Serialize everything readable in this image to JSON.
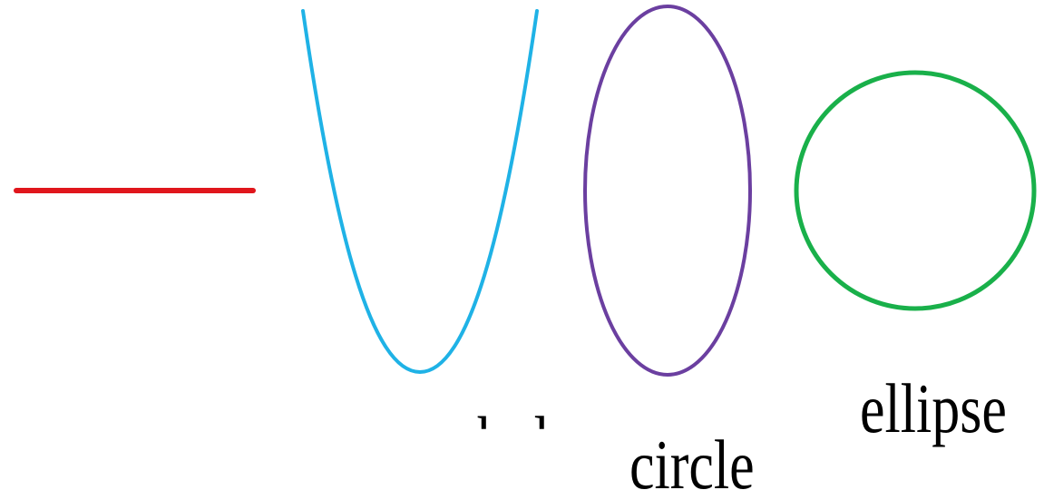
{
  "labels": {
    "parabola": "parabola",
    "circle": "circle",
    "ellipse": "ellipse"
  },
  "colors": {
    "line": "#e0161c",
    "parabola": "#1fb2e6",
    "circle": "#6b3fa0",
    "ellipse": "#19b04a"
  }
}
